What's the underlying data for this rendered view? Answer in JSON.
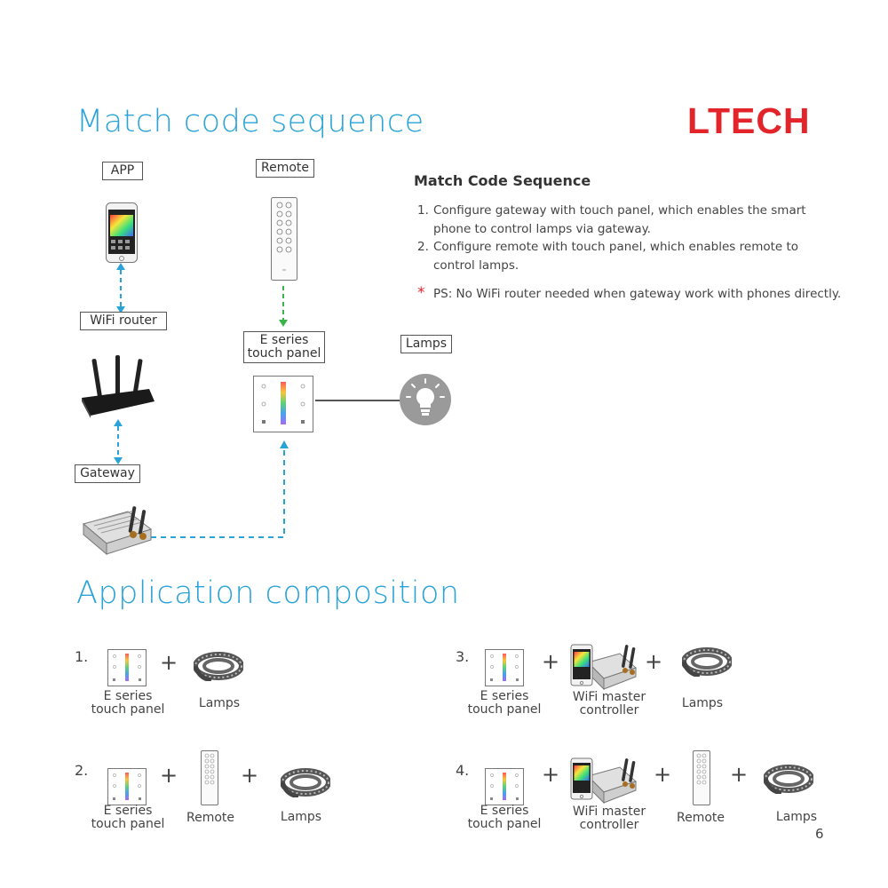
{
  "titles": {
    "match": "Match code sequence",
    "application": "Application composition"
  },
  "brand": {
    "name": "LTECH",
    "color": "#e3252b"
  },
  "diagram": {
    "labels": {
      "app": "APP",
      "remote": "Remote",
      "wifi_router": "WiFi router",
      "gateway": "Gateway",
      "touch_panel_line1": "E series",
      "touch_panel_line2": "touch panel",
      "lamps": "Lamps"
    },
    "icons": [
      "smartphone-icon",
      "remote-icon",
      "router-icon",
      "gateway-icon",
      "touch-panel-icon",
      "lightbulb-icon"
    ],
    "connector_colors": {
      "app_gateway": "#2aa3d8",
      "remote_panel": "#3ab54a",
      "panel_lamp": "#555555"
    }
  },
  "info": {
    "heading": "Match Code Sequence",
    "steps": [
      {
        "num": "1.",
        "text": "Configure gateway with touch panel, which enables the smart phone to control lamps via gateway."
      },
      {
        "num": "2.",
        "text": "Configure remote with touch panel, which enables remote to control lamps."
      }
    ],
    "ps_mark": "*",
    "ps": "PS: No WiFi router needed when gateway work with phones directly."
  },
  "compositions": [
    {
      "num": "1.",
      "items": [
        "E series touch panel",
        "Lamps"
      ]
    },
    {
      "num": "2.",
      "items": [
        "E series touch panel",
        "Remote",
        "Lamps"
      ]
    },
    {
      "num": "3.",
      "items": [
        "E series touch panel",
        "WiFi master controller",
        "Lamps"
      ]
    },
    {
      "num": "4.",
      "items": [
        "E series touch panel",
        "WiFi master controller",
        "Remote",
        "Lamps"
      ]
    }
  ],
  "comp_labels": {
    "panel_line1": "E series",
    "panel_line2": "touch panel",
    "wifi_line1": "WiFi master",
    "wifi_line2": "controller",
    "remote": "Remote",
    "lamps": "Lamps",
    "plus": "+"
  },
  "page_number": "6"
}
